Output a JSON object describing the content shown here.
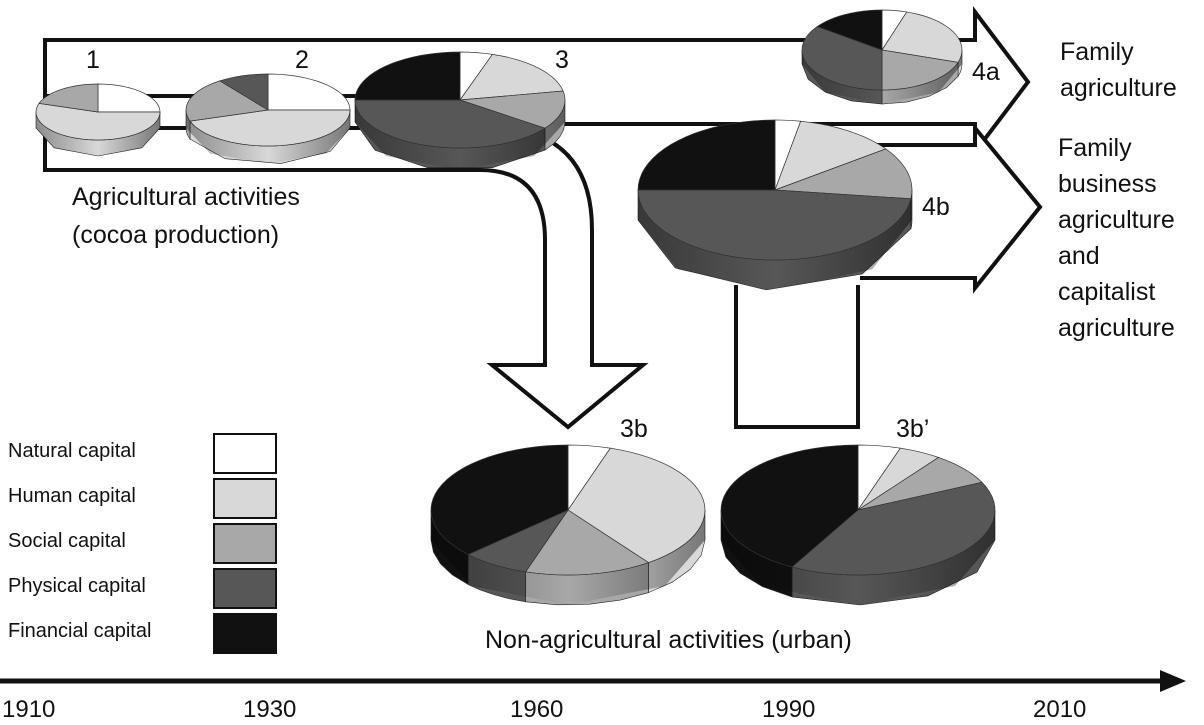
{
  "colors": {
    "natural": "#ffffff",
    "human": "#d8d8d8",
    "social": "#a8a8a8",
    "physical": "#575757",
    "financial": "#111111"
  },
  "labels": {
    "agricultural": [
      "Agricultural activities",
      "(cocoa production)"
    ],
    "family_agriculture": [
      "Family",
      "agriculture"
    ],
    "family_business": [
      "Family",
      "business",
      "agriculture",
      "and",
      "capitalist",
      "agriculture"
    ],
    "non_agricultural": "Non-agricultural activities (urban)"
  },
  "legend": [
    {
      "key": "natural",
      "label": "Natural capital"
    },
    {
      "key": "human",
      "label": "Human capital"
    },
    {
      "key": "social",
      "label": "Social capital"
    },
    {
      "key": "physical",
      "label": "Physical capital"
    },
    {
      "key": "financial",
      "label": "Financial capital"
    }
  ],
  "timeline": [
    "1910",
    "1930",
    "1960",
    "1990",
    "2010"
  ],
  "pies": [
    {
      "id": "1",
      "label": "1",
      "shares": {
        "natural": 0.25,
        "human": 0.55,
        "social": 0.2,
        "physical": 0,
        "financial": 0
      }
    },
    {
      "id": "2",
      "label": "2",
      "shares": {
        "natural": 0.25,
        "human": 0.45,
        "social": 0.2,
        "physical": 0.1,
        "financial": 0
      }
    },
    {
      "id": "3",
      "label": "3",
      "shares": {
        "natural": 0.05,
        "human": 0.17,
        "social": 0.13,
        "physical": 0.4,
        "financial": 0.25
      }
    },
    {
      "id": "4a",
      "label": "4a",
      "shares": {
        "natural": 0.05,
        "human": 0.25,
        "social": 0.2,
        "physical": 0.35,
        "financial": 0.15
      }
    },
    {
      "id": "4b",
      "label": "4b",
      "shares": {
        "natural": 0.03,
        "human": 0.12,
        "social": 0.12,
        "physical": 0.48,
        "financial": 0.25
      }
    },
    {
      "id": "3b",
      "label": "3b",
      "shares": {
        "natural": 0.05,
        "human": 0.35,
        "social": 0.15,
        "physical": 0.08,
        "financial": 0.37
      }
    },
    {
      "id": "3b2",
      "label": "3b’",
      "shares": {
        "natural": 0.05,
        "human": 0.05,
        "social": 0.08,
        "physical": 0.4,
        "financial": 0.42
      }
    }
  ]
}
